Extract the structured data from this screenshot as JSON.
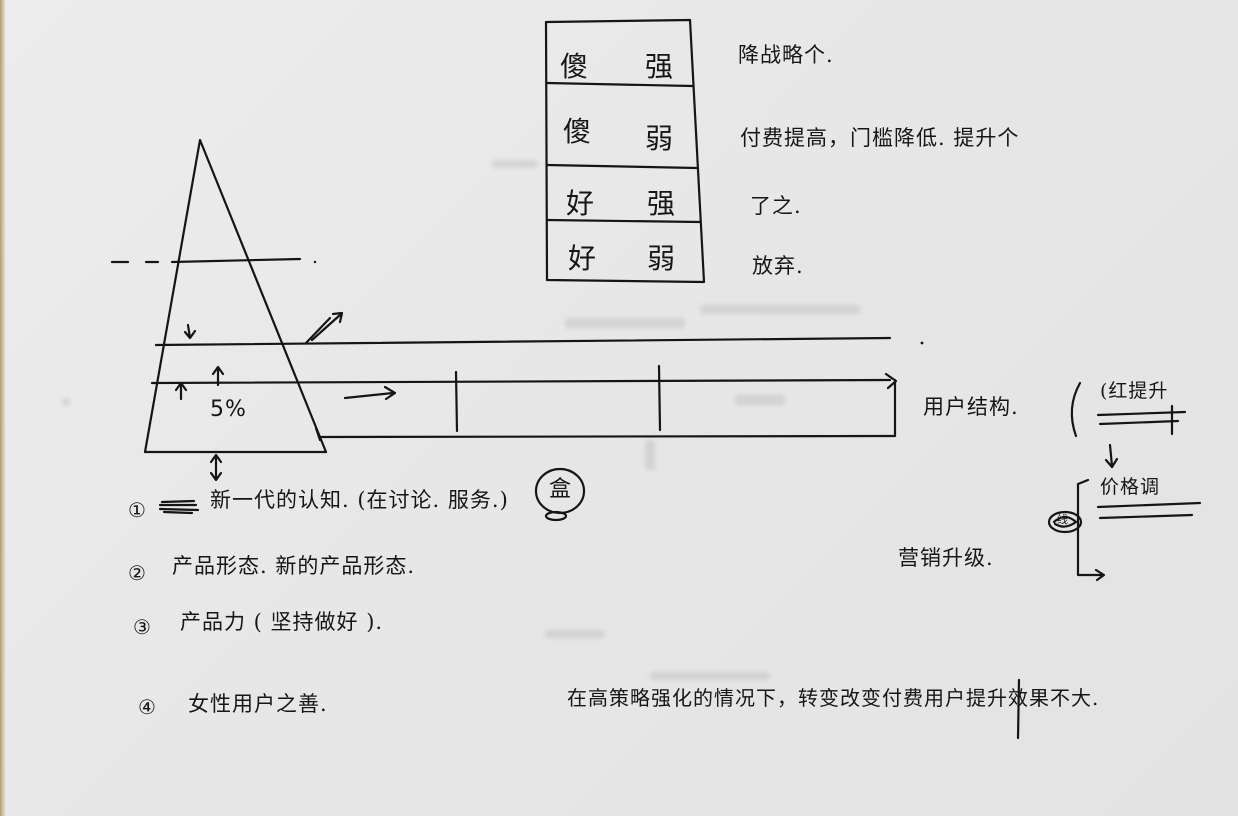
{
  "quadrant_table": {
    "rows": [
      {
        "left": "傻",
        "right": "强",
        "note": "降战略个."
      },
      {
        "left": "傻",
        "right": "弱",
        "note": "付费提高，门槛降低. 提升个"
      },
      {
        "left": "好",
        "right": "强",
        "note": "了之."
      },
      {
        "left": "好",
        "right": "弱",
        "note": "放弃."
      }
    ]
  },
  "pyramid": {
    "band_label": "5%"
  },
  "structure_label": "用户结构.",
  "right_notes": {
    "top": "(红提升",
    "middle": "价格调",
    "circle_symbol": "线",
    "marketing": "营销升级."
  },
  "numbered_list": {
    "items": [
      {
        "marker": "①",
        "text": "新一代的认知. (在讨论. 服务.)"
      },
      {
        "marker": "②",
        "text": "产品形态. 新的产品形态."
      },
      {
        "marker": "③",
        "text": "产品力 ( 坚持做好 )."
      },
      {
        "marker": "④",
        "text": "女性用户之善."
      }
    ],
    "circled_note": "盒"
  },
  "conclusion": "在高策略强化的情况下，转变改变付费用户提升效果不大."
}
